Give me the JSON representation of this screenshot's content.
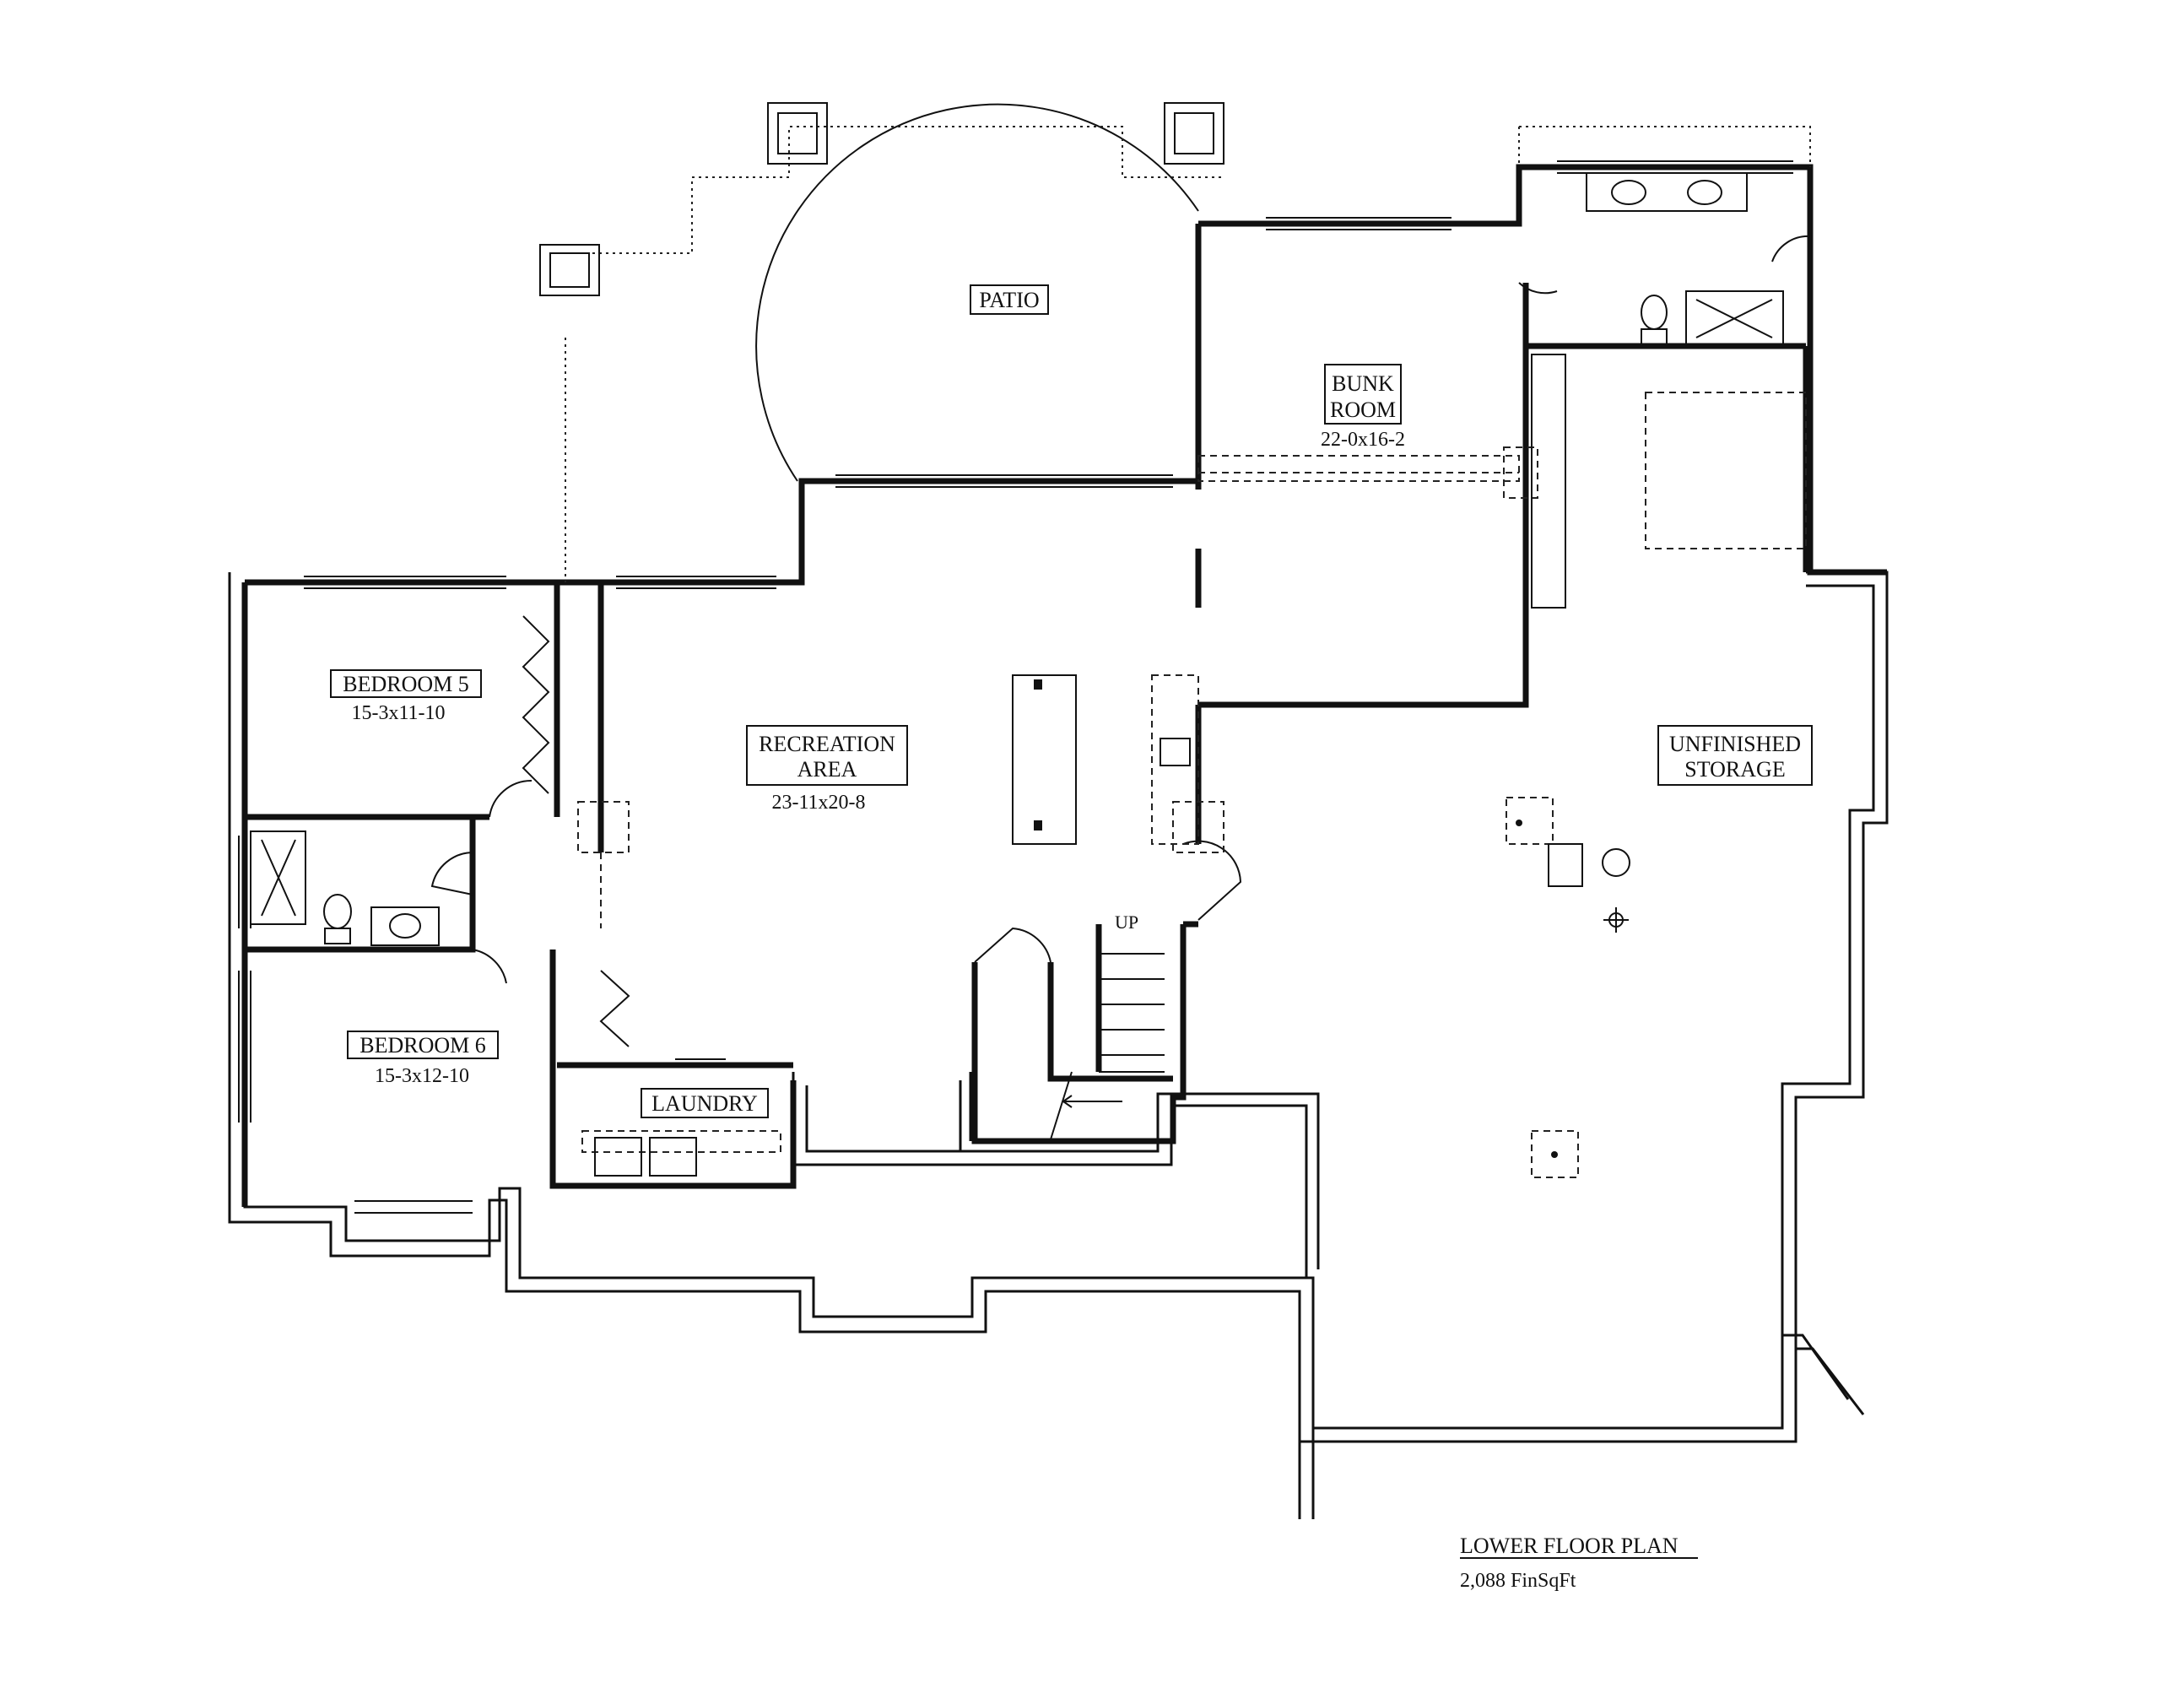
{
  "plan": {
    "title": "LOWER FLOOR PLAN",
    "area": "2,088 FinSqFt"
  },
  "rooms": {
    "patio": {
      "name": "PATIO"
    },
    "bunk_room": {
      "name_line1": "BUNK",
      "name_line2": "ROOM",
      "dims": "22-0x16-2"
    },
    "bedroom5": {
      "name": "BEDROOM 5",
      "dims": "15-3x11-10"
    },
    "recreation": {
      "name_line1": "RECREATION",
      "name_line2": "AREA",
      "dims": "23-11x20-8"
    },
    "storage": {
      "name_line1": "UNFINISHED",
      "name_line2": "STORAGE"
    },
    "bedroom6": {
      "name": "BEDROOM 6",
      "dims": "15-3x12-10"
    },
    "laundry": {
      "name": "LAUNDRY"
    }
  },
  "stair": {
    "label": "UP"
  }
}
